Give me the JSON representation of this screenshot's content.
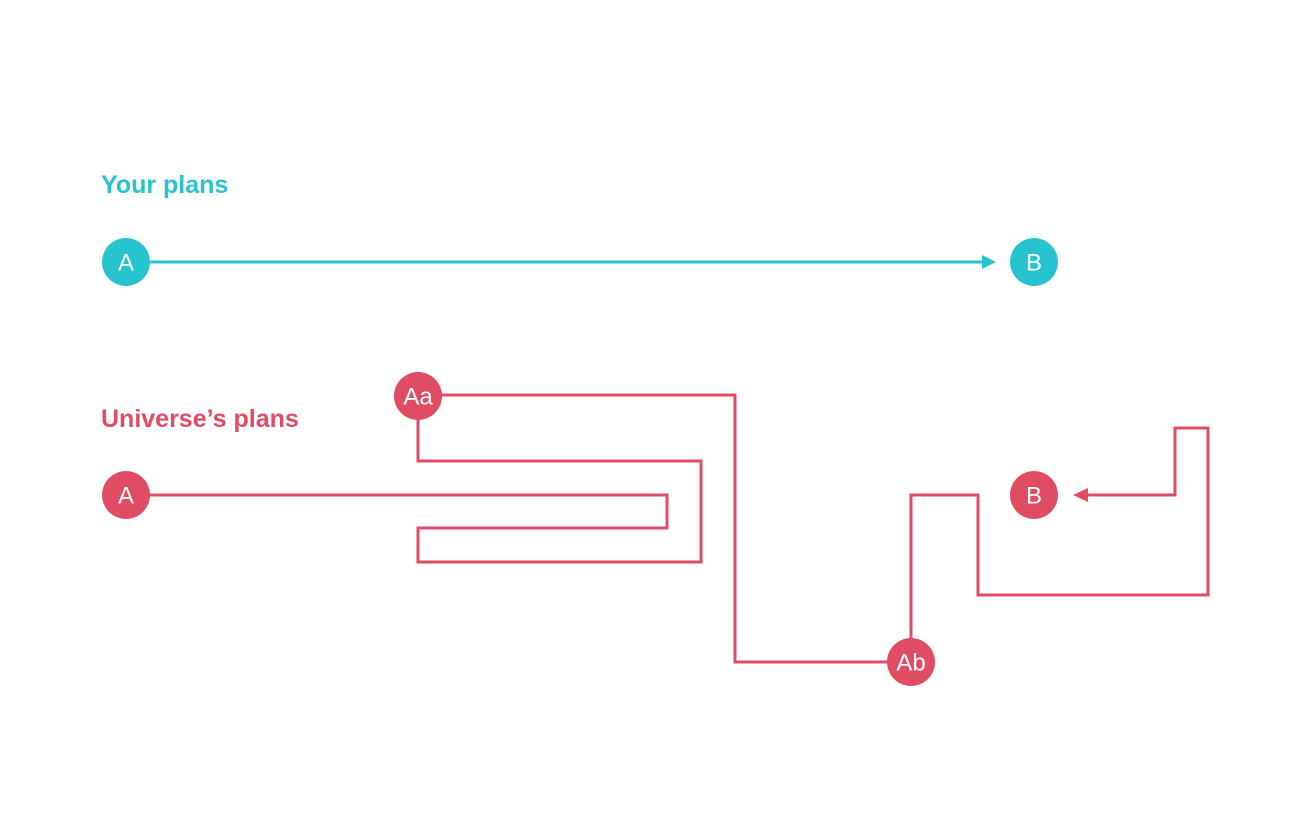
{
  "colors": {
    "your_plans": "#27C3CF",
    "universe_plans": "#E04C64",
    "background": "#FFFFFF"
  },
  "your_plans": {
    "title": "Your plans",
    "start_label": "A",
    "end_label": "B"
  },
  "universe_plans": {
    "title": "Universe’s plans",
    "start_label": "A",
    "waypoint_1_label": "Aa",
    "waypoint_2_label": "Ab",
    "end_label": "B"
  }
}
